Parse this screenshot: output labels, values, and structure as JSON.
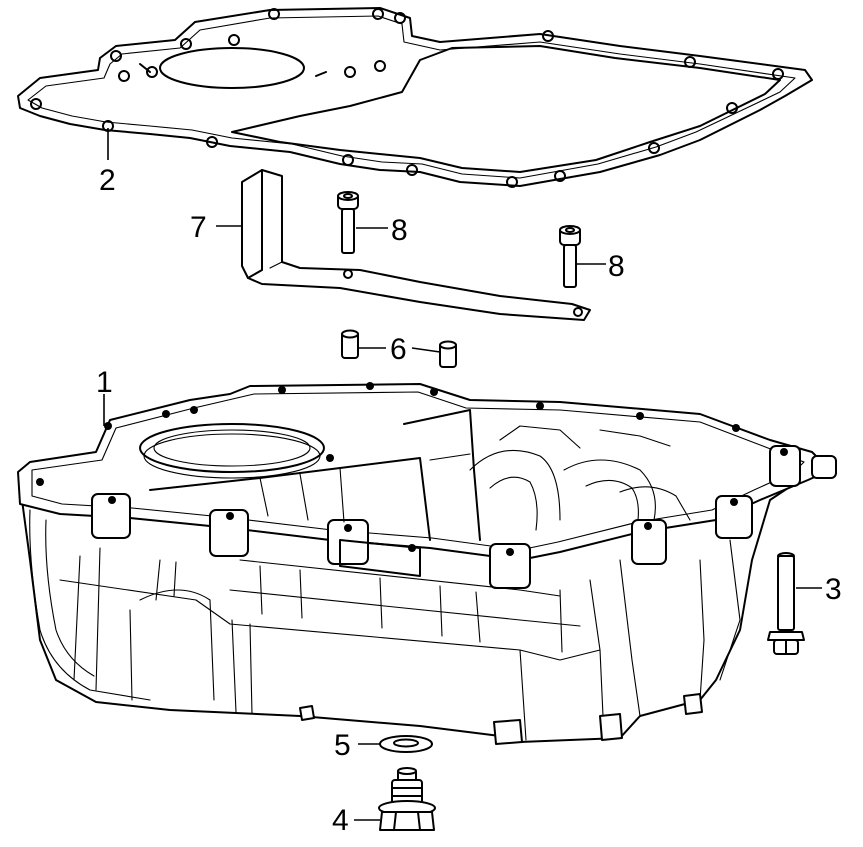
{
  "callouts": [
    {
      "id": "pan",
      "label": "1"
    },
    {
      "id": "gasket",
      "label": "2"
    },
    {
      "id": "flange-bolt",
      "label": "3"
    },
    {
      "id": "drain-plug",
      "label": "4"
    },
    {
      "id": "washer",
      "label": "5"
    },
    {
      "id": "dowel-pins",
      "label": "6"
    },
    {
      "id": "baffle-bracket",
      "label": "7"
    },
    {
      "id": "bracket-bolt-left",
      "label": "8"
    },
    {
      "id": "bracket-bolt-right",
      "label": "8"
    }
  ]
}
